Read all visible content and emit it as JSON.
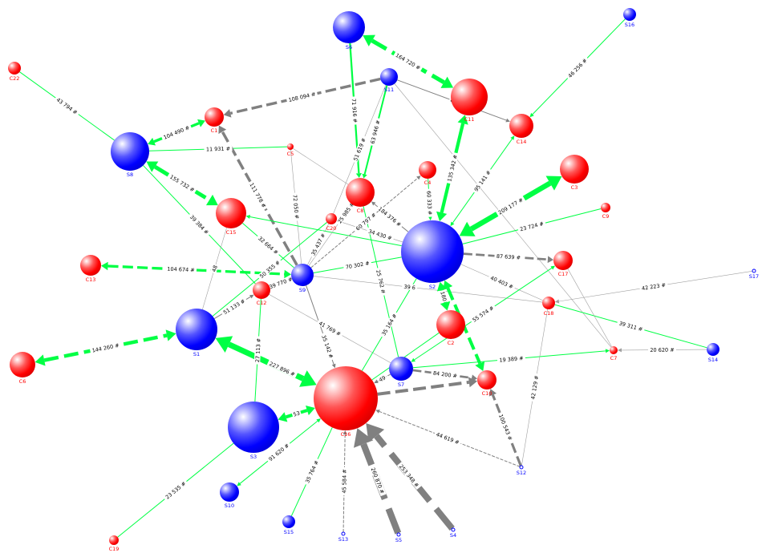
{
  "colors": {
    "supplier": "#0000ff",
    "customer": "#ff0000",
    "flow_green": "#00ff44",
    "flow_gray": "#808080",
    "thin_gray": "#a0a0a0"
  },
  "nodes": [
    {
      "id": "S6",
      "kind": "supplier"
    },
    {
      "id": "S16",
      "kind": "supplier"
    },
    {
      "id": "C22",
      "kind": "customer"
    },
    {
      "id": "S11",
      "kind": "supplier"
    },
    {
      "id": "C11",
      "kind": "customer"
    },
    {
      "id": "C1",
      "kind": "customer"
    },
    {
      "id": "C14",
      "kind": "customer"
    },
    {
      "id": "S8",
      "kind": "supplier"
    },
    {
      "id": "C5",
      "kind": "customer"
    },
    {
      "id": "C4",
      "kind": "customer"
    },
    {
      "id": "C8",
      "kind": "customer"
    },
    {
      "id": "C3",
      "kind": "customer"
    },
    {
      "id": "C9",
      "kind": "customer"
    },
    {
      "id": "C15",
      "kind": "customer"
    },
    {
      "id": "C20",
      "kind": "customer"
    },
    {
      "id": "S2",
      "kind": "supplier"
    },
    {
      "id": "C13",
      "kind": "customer"
    },
    {
      "id": "C17",
      "kind": "customer"
    },
    {
      "id": "S17",
      "kind": "supplier"
    },
    {
      "id": "S9",
      "kind": "supplier"
    },
    {
      "id": "C12",
      "kind": "customer"
    },
    {
      "id": "C18",
      "kind": "customer"
    },
    {
      "id": "C2",
      "kind": "customer"
    },
    {
      "id": "S1",
      "kind": "supplier"
    },
    {
      "id": "C7",
      "kind": "customer"
    },
    {
      "id": "S14",
      "kind": "supplier"
    },
    {
      "id": "C6",
      "kind": "customer"
    },
    {
      "id": "S7",
      "kind": "supplier"
    },
    {
      "id": "C10",
      "kind": "customer"
    },
    {
      "id": "C16",
      "kind": "customer"
    },
    {
      "id": "S3",
      "kind": "supplier"
    },
    {
      "id": "S12",
      "kind": "supplier"
    },
    {
      "id": "S10",
      "kind": "supplier"
    },
    {
      "id": "S15",
      "kind": "supplier"
    },
    {
      "id": "C19",
      "kind": "customer"
    },
    {
      "id": "S13",
      "kind": "supplier"
    },
    {
      "id": "S5",
      "kind": "supplier"
    },
    {
      "id": "S4",
      "kind": "supplier"
    }
  ],
  "edges": [
    {
      "from": "S6",
      "to": "C11",
      "label": "164 720 #",
      "color": "green",
      "dash": true,
      "arrows": "both",
      "heavy": true
    },
    {
      "from": "S6",
      "to": "C8",
      "label": "71 916 #",
      "color": "green",
      "dash": false,
      "arrows": "end",
      "heavy": true
    },
    {
      "from": "S11",
      "to": "C1",
      "label": "108 094 #",
      "color": "gray",
      "dash": true,
      "arrows": "end",
      "heavy": true
    },
    {
      "from": "S11",
      "to": "C8",
      "label": "63 946 #",
      "color": "green",
      "dash": false,
      "arrows": "end",
      "heavy": true
    },
    {
      "from": "S11",
      "to": "C14",
      "label": "80",
      "color": "gray",
      "dash": false,
      "arrows": "end",
      "heavy": false
    },
    {
      "from": "S11",
      "to": "C7",
      "label": "",
      "color": "thin",
      "dash": false,
      "arrows": "none",
      "heavy": false
    },
    {
      "from": "S11",
      "to": "C20",
      "label": "51 619 #",
      "color": "thin",
      "dash": false,
      "arrows": "none",
      "heavy": false
    },
    {
      "from": "S16",
      "to": "C14",
      "label": "46 256 #",
      "color": "green",
      "dash": false,
      "arrows": "end",
      "heavy": false
    },
    {
      "from": "C22",
      "to": "S8",
      "label": "43 794 #",
      "color": "green",
      "dash": false,
      "arrows": "none",
      "heavy": false
    },
    {
      "from": "S8",
      "to": "C1",
      "label": "104 490 #",
      "color": "green",
      "dash": false,
      "arrows": "both",
      "heavy": true
    },
    {
      "from": "S8",
      "to": "C5",
      "label": "11 931 #",
      "color": "green",
      "dash": false,
      "arrows": "none",
      "heavy": false
    },
    {
      "from": "S8",
      "to": "C15",
      "label": "155 732 #",
      "color": "green",
      "dash": true,
      "arrows": "both",
      "heavy": true
    },
    {
      "from": "S8",
      "to": "C12",
      "label": "39 384 #",
      "color": "green",
      "dash": false,
      "arrows": "none",
      "heavy": false
    },
    {
      "from": "S9",
      "to": "C1",
      "label": "111 778 #",
      "color": "gray",
      "dash": true,
      "arrows": "end",
      "heavy": true
    },
    {
      "from": "C5",
      "to": "S9",
      "label": "72 050 #",
      "color": "thin",
      "dash": false,
      "arrows": "none",
      "heavy": false
    },
    {
      "from": "C5",
      "to": "C8",
      "label": "",
      "color": "thin",
      "dash": false,
      "arrows": "none",
      "heavy": false
    },
    {
      "from": "S2",
      "to": "C15",
      "label": "",
      "color": "green",
      "dash": false,
      "arrows": "end",
      "heavy": false
    },
    {
      "from": "C15",
      "to": "S9",
      "label": "32 664 #",
      "color": "green",
      "dash": false,
      "arrows": "none",
      "heavy": false
    },
    {
      "from": "C15",
      "to": "S1",
      "label": "48",
      "color": "thin",
      "dash": false,
      "arrows": "none",
      "heavy": false
    },
    {
      "from": "C13",
      "to": "S9",
      "label": "104 674 #",
      "color": "green",
      "dash": true,
      "arrows": "both",
      "heavy": true
    },
    {
      "from": "S9",
      "to": "C20",
      "label": "35 437 #",
      "color": "thin",
      "dash": false,
      "arrows": "none",
      "heavy": false
    },
    {
      "from": "S9",
      "to": "C8",
      "label": "25 985 #",
      "color": "thin",
      "dash": false,
      "arrows": "none",
      "heavy": false
    },
    {
      "from": "S9",
      "to": "C4",
      "label": "60 797 #",
      "color": "gray",
      "dash": true,
      "arrows": "end",
      "heavy": false
    },
    {
      "from": "C20",
      "to": "S2",
      "label": "34 430 #",
      "color": "thin",
      "dash": false,
      "arrows": "none",
      "heavy": false
    },
    {
      "from": "S2",
      "to": "C8",
      "label": "184 376 #",
      "color": "gray",
      "dash": false,
      "arrows": "end",
      "heavy": false
    },
    {
      "from": "S1",
      "to": "C20",
      "label": "50 355 #",
      "color": "green",
      "dash": false,
      "arrows": "none",
      "heavy": false
    },
    {
      "from": "S9",
      "to": "S2",
      "label": "70 302 #",
      "color": "green",
      "dash": false,
      "arrows": "none",
      "heavy": false
    },
    {
      "from": "S9",
      "to": "C12",
      "label": "39 770 #",
      "color": "green",
      "dash": false,
      "arrows": "end",
      "heavy": false
    },
    {
      "from": "S1",
      "to": "C12",
      "label": "51 133 #",
      "color": "gray",
      "dash": false,
      "arrows": "end",
      "heavy": false
    },
    {
      "from": "C12",
      "to": "S7",
      "label": "41 769 #",
      "color": "thin",
      "dash": false,
      "arrows": "none",
      "heavy": false
    },
    {
      "from": "S9",
      "to": "C16",
      "label": "35 142 #",
      "color": "gray",
      "dash": false,
      "arrows": "end",
      "heavy": false
    },
    {
      "from": "C12",
      "to": "S3",
      "label": "27 113 #",
      "color": "green",
      "dash": false,
      "arrows": "none",
      "heavy": false
    },
    {
      "from": "S1",
      "to": "C16",
      "label": "227 896 #",
      "color": "green",
      "dash": false,
      "arrows": "both",
      "heavy": true
    },
    {
      "from": "C6",
      "to": "S1",
      "label": "144 260 #",
      "color": "green",
      "dash": true,
      "arrows": "both",
      "heavy": true
    },
    {
      "from": "S2",
      "to": "C11",
      "label": "135 342 #",
      "color": "green",
      "dash": false,
      "arrows": "both",
      "heavy": true
    },
    {
      "from": "S2",
      "to": "C14",
      "label": "95 141 #",
      "color": "green",
      "dash": false,
      "arrows": "both",
      "heavy": false
    },
    {
      "from": "S2",
      "to": "C3",
      "label": "209 177 #",
      "color": "green",
      "dash": false,
      "arrows": "both",
      "heavy": true
    },
    {
      "from": "C4",
      "to": "S2",
      "label": "60 333 #",
      "color": "green",
      "dash": false,
      "arrows": "end",
      "heavy": false
    },
    {
      "from": "C9",
      "to": "S2",
      "label": "23 724 #",
      "color": "green",
      "dash": false,
      "arrows": "none",
      "heavy": false
    },
    {
      "from": "S2",
      "to": "C17",
      "label": "87 639 #",
      "color": "gray",
      "dash": true,
      "arrows": "end",
      "heavy": true
    },
    {
      "from": "S2",
      "to": "C18",
      "label": "40 403 #",
      "color": "thin",
      "dash": false,
      "arrows": "none",
      "heavy": false
    },
    {
      "from": "S9",
      "to": "C18",
      "label": "39 6",
      "color": "thin",
      "dash": false,
      "arrows": "none",
      "heavy": false
    },
    {
      "from": "C2",
      "to": "S2",
      "label": "180",
      "color": "green",
      "dash": false,
      "arrows": "both",
      "heavy": true
    },
    {
      "from": "S2",
      "to": "C10",
      "label": "",
      "color": "green",
      "dash": true,
      "arrows": "both",
      "heavy": true
    },
    {
      "from": "C8",
      "to": "S7",
      "label": "25 762 #",
      "color": "green",
      "dash": false,
      "arrows": "none",
      "heavy": false
    },
    {
      "from": "S2",
      "to": "C16",
      "label": "35 164 #",
      "color": "green",
      "dash": false,
      "arrows": "none",
      "heavy": false
    },
    {
      "from": "C17",
      "to": "S7",
      "label": "55 574 #",
      "color": "green",
      "dash": false,
      "arrows": "both",
      "heavy": false
    },
    {
      "from": "C2",
      "to": "C16",
      "label": "",
      "color": "green",
      "dash": false,
      "arrows": "none",
      "heavy": false
    },
    {
      "from": "S7",
      "to": "C7",
      "label": "19 389 #",
      "color": "green",
      "dash": false,
      "arrows": "end",
      "heavy": false
    },
    {
      "from": "S7",
      "to": "C10",
      "label": "84 200 #",
      "color": "gray",
      "dash": true,
      "arrows": "end",
      "heavy": true
    },
    {
      "from": "S7",
      "to": "C16",
      "label": "49",
      "color": "gray",
      "dash": true,
      "arrows": "end",
      "heavy": false
    },
    {
      "from": "C16",
      "to": "C10",
      "label": "",
      "color": "gray",
      "dash": true,
      "arrows": "end",
      "heavy": true
    },
    {
      "from": "S12",
      "to": "C16",
      "label": "44 619 #",
      "color": "gray",
      "dash": true,
      "arrows": "end",
      "heavy": false
    },
    {
      "from": "S12",
      "to": "C10",
      "label": "100 543 #",
      "color": "gray",
      "dash": true,
      "arrows": "end",
      "heavy": true
    },
    {
      "from": "S12",
      "to": "C18",
      "label": "42 129 #",
      "color": "thin",
      "dash": false,
      "arrows": "none",
      "heavy": false
    },
    {
      "from": "S17",
      "to": "C18",
      "label": "42 223 #",
      "color": "thin",
      "dash": false,
      "arrows": "end",
      "heavy": false
    },
    {
      "from": "S14",
      "to": "C18",
      "label": "39 311 #",
      "color": "green",
      "dash": false,
      "arrows": "none",
      "heavy": false
    },
    {
      "from": "S14",
      "to": "C7",
      "label": "20 620 #",
      "color": "thin",
      "dash": false,
      "arrows": "end",
      "heavy": false
    },
    {
      "from": "C17",
      "to": "C7",
      "label": "",
      "color": "thin",
      "dash": false,
      "arrows": "none",
      "heavy": false
    },
    {
      "from": "S3",
      "to": "C16",
      "label": "53",
      "color": "green",
      "dash": false,
      "arrows": "both",
      "heavy": true
    },
    {
      "from": "C16",
      "to": "S10",
      "label": "91 620 #",
      "color": "green",
      "dash": false,
      "arrows": "both",
      "heavy": false
    },
    {
      "from": "C19",
      "to": "S3",
      "label": "23 535 #",
      "color": "green",
      "dash": false,
      "arrows": "none",
      "heavy": false
    },
    {
      "from": "S15",
      "to": "C16",
      "label": "35 764 #",
      "color": "green",
      "dash": false,
      "arrows": "none",
      "heavy": false
    },
    {
      "from": "S13",
      "to": "C16",
      "label": "45 584 #",
      "color": "gray",
      "dash": true,
      "arrows": "end",
      "heavy": false
    },
    {
      "from": "S5",
      "to": "C16",
      "label": "260 870 #",
      "color": "gray",
      "dash": true,
      "arrows": "end",
      "heavy": true
    },
    {
      "from": "S4",
      "to": "C16",
      "label": "253 348 #",
      "color": "gray",
      "dash": true,
      "arrows": "end",
      "heavy": true
    }
  ]
}
